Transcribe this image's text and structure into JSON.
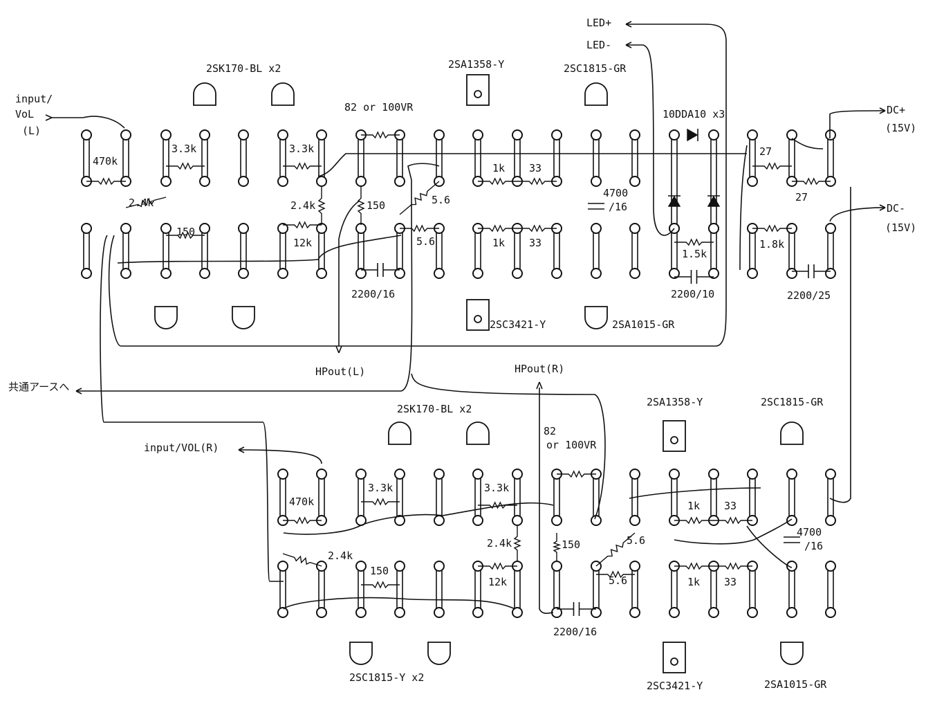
{
  "left": {
    "jfet_label": "2SK170-BL x2",
    "pnp_driver_label": "2SA1358-Y",
    "npn_driver_label": "2SC1815-GR",
    "output_npn_label": "2SC3421-Y",
    "output_pnp_label": "2SA1015-GR",
    "input_label_1": "input/",
    "input_label_2": "VoL",
    "input_label_3": "(L)",
    "vr_label": "82 or 100VR",
    "r470k": "470k",
    "r3k3a": "3.3k",
    "r3k3b": "3.3k",
    "r2k4a": "2.4k",
    "r2k4b": "2.4k",
    "r150a": "150",
    "r150b": "150",
    "r12k": "12k",
    "r5p6a": "5.6",
    "r5p6b": "5.6",
    "r1ka": "1k",
    "r1kb": "1k",
    "r33a": "33",
    "r33b": "33",
    "c4700": "4700",
    "c4700v": "/16",
    "c2200": "2200/16",
    "hp_out": "HPout(L)"
  },
  "right": {
    "jfet_label": "2SK170-BL x2",
    "pnp_driver_label": "2SA1358-Y",
    "npn_driver_label": "2SC1815-GR",
    "output_npn_label": "2SC3421-Y",
    "output_pnp_label": "2SA1015-GR",
    "bottom_pair_label": "2SC1815-Y x2",
    "input_label": "input/VOL(R)",
    "vr_label_1": "82",
    "vr_label_2": "or 100VR",
    "r470k": "470k",
    "r3k3a": "3.3k",
    "r3k3b": "3.3k",
    "r2k4a": "2.4k",
    "r2k4b": "2.4k",
    "r150a": "150",
    "r150b": "150",
    "r12k": "12k",
    "r5p6a": "5.6",
    "r5p6b": "5.6",
    "r1ka": "1k",
    "r1kb": "1k",
    "r33a": "33",
    "r33b": "33",
    "c4700": "4700",
    "c4700v": "/16",
    "c2200": "2200/16",
    "hp_out": "HPout(R)"
  },
  "power": {
    "led_plus": "LED+",
    "led_minus": "LED-",
    "diode_label": "10DDA10 x3",
    "dc_plus": "DC+",
    "dc_plus_v": "(15V)",
    "dc_minus": "DC-",
    "dc_minus_v": "(15V)",
    "r27a": "27",
    "r27b": "27",
    "r1k5": "1.5k",
    "r1k8": "1.8k",
    "c2200_10": "2200/10",
    "c2200_25": "2200/25",
    "common_ground": "共通アースへ"
  }
}
